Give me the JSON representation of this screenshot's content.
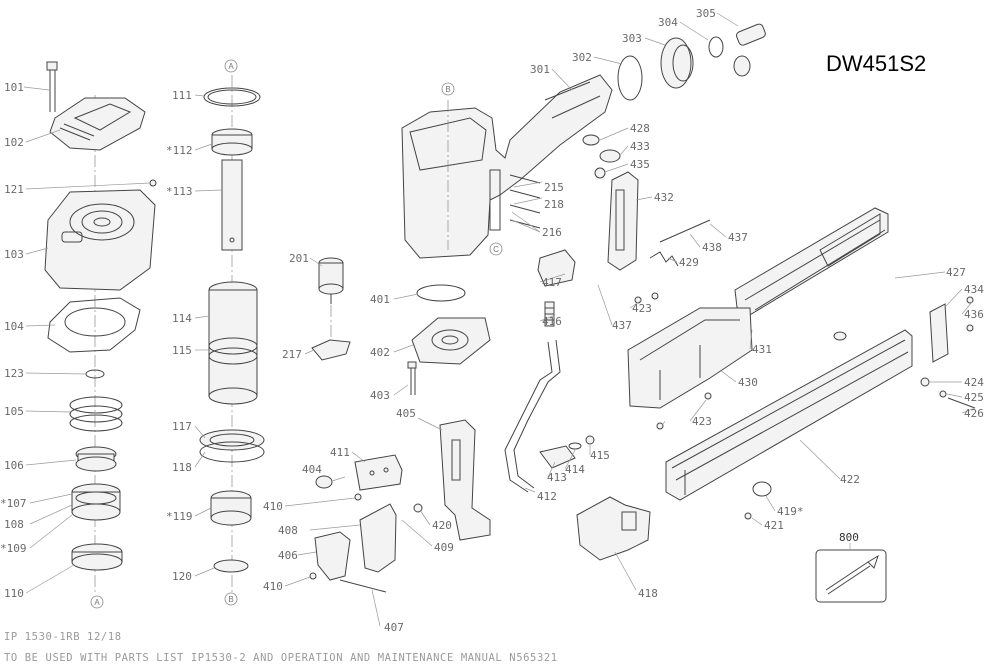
{
  "model_title": "DW451S2",
  "footer": {
    "line1": "IP 1530-1RB 12/18",
    "line2": "TO BE USED WITH PARTS LIST IP1530-2 AND OPERATION AND MAINTENANCE MANUAL N565321"
  },
  "callouts": {
    "c101": "101",
    "c102": "102",
    "c121": "121",
    "c103": "103",
    "c104": "104",
    "c123": "123",
    "c105": "105",
    "c106": "106",
    "c107": "*107",
    "c108": "108",
    "c109": "*109",
    "c110": "110",
    "c111": "111",
    "c112": "*112",
    "c113": "*113",
    "c114": "114",
    "c115": "115",
    "c117": "117",
    "c118": "118",
    "c119": "*119",
    "c120": "120",
    "c201": "201",
    "c217": "217",
    "c301": "301",
    "c302": "302",
    "c303": "303",
    "c304": "304",
    "c305": "305",
    "c401": "401",
    "c402": "402",
    "c403": "403",
    "c404": "404",
    "c405": "405",
    "c406": "406",
    "c407": "407",
    "c408": "408",
    "c409": "409",
    "c410a": "410",
    "c410b": "410",
    "c411": "411",
    "c412": "412",
    "c413": "413",
    "c414": "414",
    "c415": "415",
    "c416": "416",
    "c417": "417",
    "c418": "418",
    "c419": "419*",
    "c420": "420",
    "c421": "421",
    "c422": "422",
    "c423a": "423",
    "c423b": "423",
    "c424": "424",
    "c425": "425",
    "c426": "426",
    "c427": "427",
    "c428": "428",
    "c429": "429",
    "c430": "430",
    "c431": "431",
    "c432": "432",
    "c433": "433",
    "c434": "434",
    "c435": "435",
    "c436": "436",
    "c437a": "437",
    "c437b": "437",
    "c438": "438",
    "c215": "215",
    "c216": "216",
    "c218": "218",
    "c800": "800"
  },
  "bubbles": {
    "a_top": "A",
    "a_bottom": "A",
    "b_top": "B",
    "b_bottom": "B",
    "c_side": "C"
  }
}
